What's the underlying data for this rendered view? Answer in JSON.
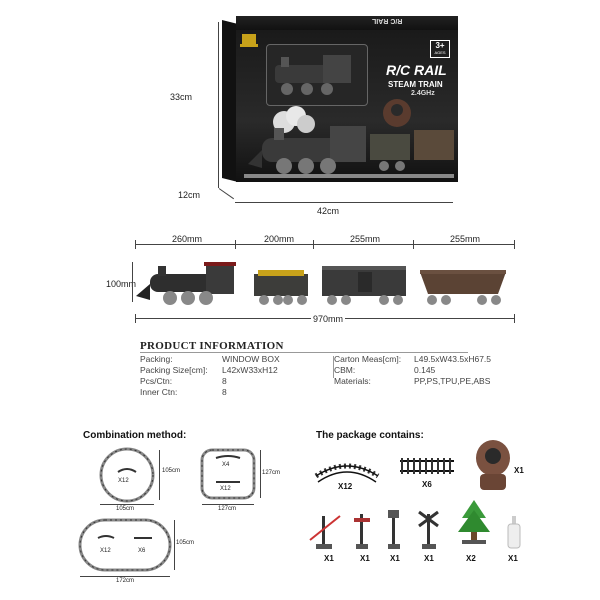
{
  "box": {
    "height_label": "33cm",
    "depth_label": "12cm",
    "width_label": "42cm",
    "title_line1": "R/C RAIL",
    "title_line2": "STEAM TRAIN",
    "title_line3": "2.4GHz",
    "age_label": "3+",
    "age_sub": "AGES",
    "side_label": "R/C RAIL"
  },
  "train": {
    "segments": [
      "260mm",
      "200mm",
      "255mm",
      "255mm"
    ],
    "height_label": "100mm",
    "total_label": "970mm"
  },
  "product_info": {
    "title": "PRODUCT INFORMATION",
    "left": [
      {
        "label": "Packing:",
        "value": "WINDOW BOX"
      },
      {
        "label": "Packing Size[cm]:",
        "value": "L42xW33xH12"
      },
      {
        "label": "Pcs/Ctn:",
        "value": "8"
      },
      {
        "label": "Inner Ctn:",
        "value": "8"
      }
    ],
    "right": [
      {
        "label": "Carton Meas[cm]:",
        "value": "L49.5xW43.5xH67.5"
      },
      {
        "label": "CBM:",
        "value": "0.145"
      },
      {
        "label": "Materials:",
        "value": "PP,PS,TPU,PE,ABS"
      }
    ]
  },
  "combination": {
    "title": "Combination method:",
    "circle": {
      "inner": "X12",
      "w": "105cm",
      "h": "105cm"
    },
    "square": {
      "top": "X4",
      "bottom": "X12",
      "w": "127cm",
      "h": "127cm"
    },
    "oval": {
      "left": "X12",
      "right": "X6",
      "w": "172cm",
      "h": "105cm"
    }
  },
  "package": {
    "title": "The package contains:",
    "row1": [
      "X12",
      "X6",
      "X1"
    ],
    "row2": [
      "X1",
      "X1",
      "X1",
      "X1",
      "X2",
      "X1"
    ]
  }
}
